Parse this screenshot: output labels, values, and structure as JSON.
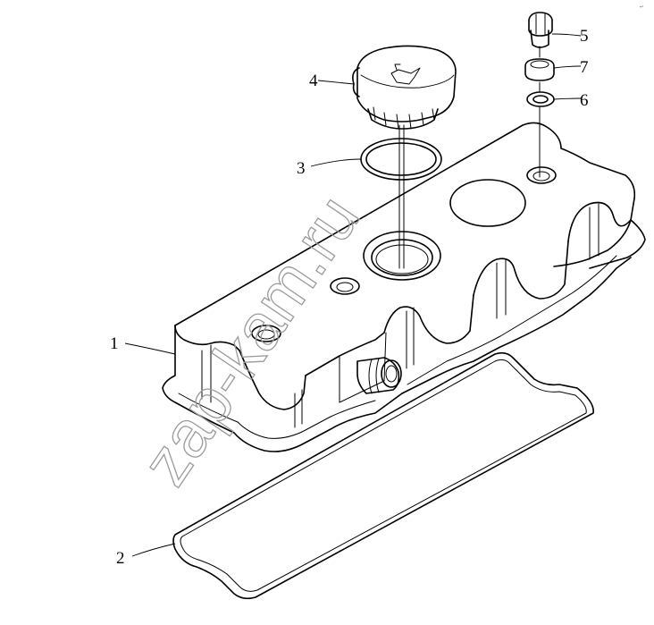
{
  "callouts": [
    {
      "label": "1"
    },
    {
      "label": "2"
    },
    {
      "label": "3"
    },
    {
      "label": "4"
    },
    {
      "label": "5"
    },
    {
      "label": "6"
    },
    {
      "label": "7"
    }
  ],
  "watermark": {
    "text": "zap-kam.ru"
  },
  "corner_mark": {
    "text": "↩"
  }
}
